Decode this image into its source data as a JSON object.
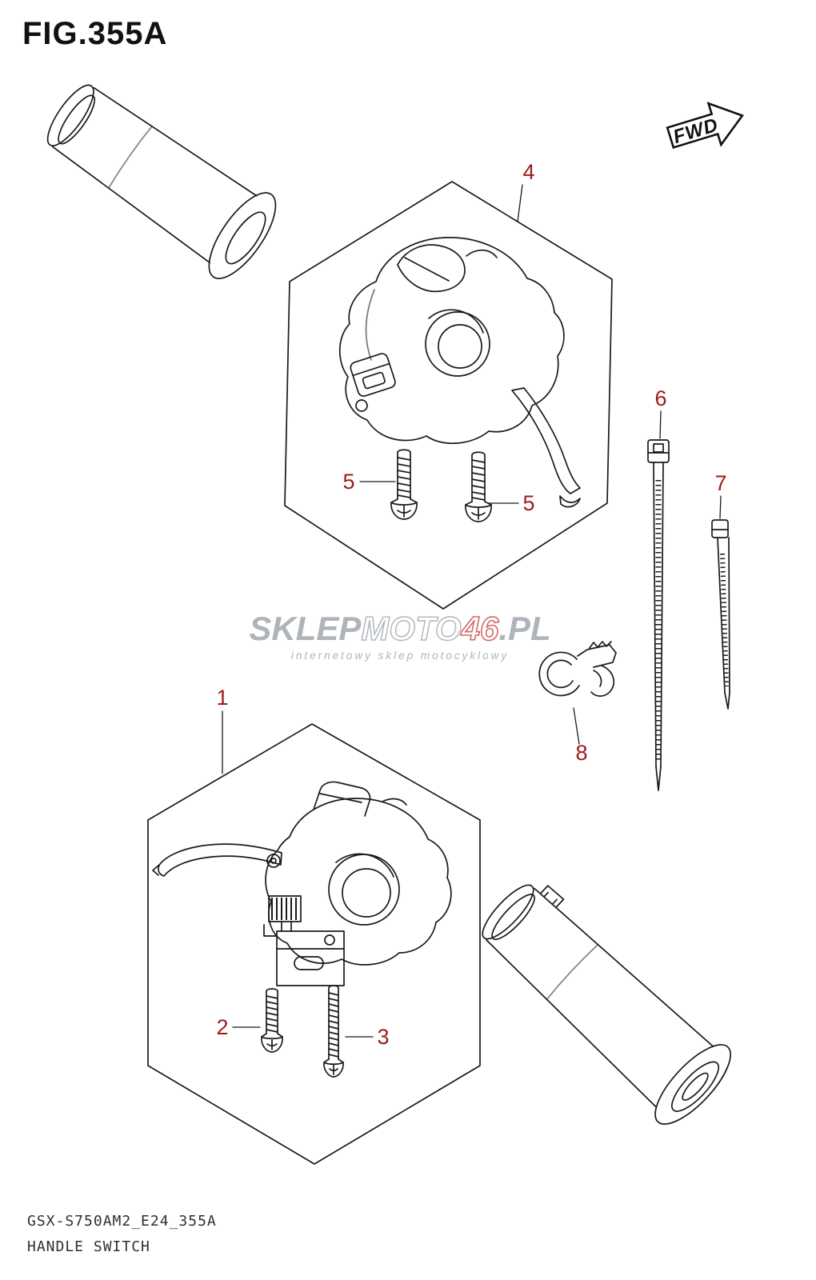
{
  "figure": {
    "title": "FIG.355A",
    "model_code": "GSX-S750AM2_E24_355A",
    "caption": "HANDLE SWITCH",
    "fwd": "FWD"
  },
  "callouts": {
    "n1": "1",
    "n2": "2",
    "n3": "3",
    "n4": "4",
    "n5": "5",
    "n6": "6",
    "n7": "7",
    "n8": "8"
  },
  "watermark": {
    "sklep": "SKLEP",
    "moto": "MOTO",
    "num": "46",
    "pl": ".PL",
    "subtitle": "internetowy sklep motocyklowy"
  },
  "colors": {
    "line": "#1a1a1a",
    "callout": "#9e1a1a",
    "watermark_grey": "#9aa2aa",
    "watermark_red": "#c4453c"
  }
}
